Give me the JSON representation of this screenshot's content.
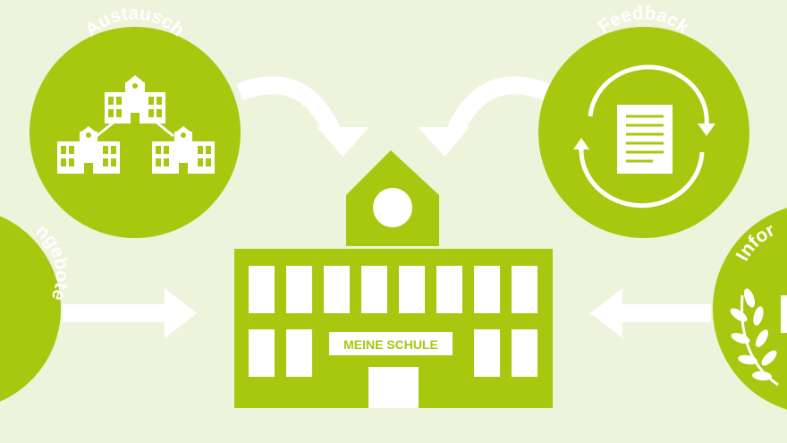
{
  "colors": {
    "background": "#eef3dc",
    "green": "#a8c70f",
    "white": "#ffffff"
  },
  "circles": {
    "austausch": {
      "label": "Austausch",
      "icon": "connected-schools-icon"
    },
    "feedback": {
      "label": "Feedback",
      "icon": "document-cycle-icon"
    },
    "angebote": {
      "label": "ngebote",
      "icon": "offers-icon"
    },
    "informationen": {
      "label": "Infor",
      "icon": "laurel-icon"
    }
  },
  "school": {
    "sign": "MEINE SCHULE"
  }
}
